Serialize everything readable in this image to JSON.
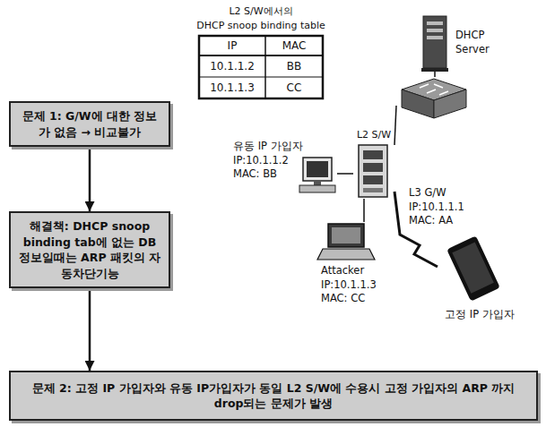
{
  "diagram": {
    "nodes": [
      {
        "text": [
          "문제 1: G/W에 대한 정보가 없음 → 비교불가"
        ]
      },
      {
        "text": [
          "해결책: DHCP snoop binding tab에 없는 DB 정보일때는 ARP 패킷의 자동차단기능"
        ]
      },
      {
        "text": [
          "문제 2: 고정 IP 가입자와 유동 IP가입자가 동일 L2 S/W에 수용시 고정 가입자의 ARP 까지 drop되는 문제가 발생"
        ]
      },
      {
        "text": [
          "DHCP Server"
        ]
      },
      {
        "text": [
          "L3 G/W",
          "IP:10.1.1.1",
          "MAC: AA"
        ]
      },
      {
        "text": [
          "L2 S/W"
        ]
      },
      {
        "text": [
          "유동 IP 가입자",
          "IP:10.1.1.2",
          "MAC: BB"
        ]
      },
      {
        "text": [
          "Attacker",
          "IP:10.1.1.3",
          "MAC: CC"
        ]
      },
      {
        "text": [
          "고정 IP 가입자"
        ]
      }
    ],
    "edges": [
      {
        "from": 0,
        "to": 1,
        "arrow": "to"
      },
      {
        "from": 1,
        "to": 2,
        "arrow": "to"
      },
      {
        "from": 3,
        "to": 4,
        "arrow": "none"
      },
      {
        "from": 4,
        "to": 5,
        "arrow": "none"
      },
      {
        "from": 5,
        "to": 6,
        "arrow": "none"
      },
      {
        "from": 5,
        "to": 7,
        "arrow": "none"
      },
      {
        "from": 5,
        "to": 8,
        "arrow": "none"
      }
    ],
    "labels": [
      "L2 S/W에서의",
      "DHCP snoop binding table",
      "IP",
      "MAC",
      "10.1.1.2",
      "BB",
      "10.1.1.3",
      "CC"
    ]
  }
}
